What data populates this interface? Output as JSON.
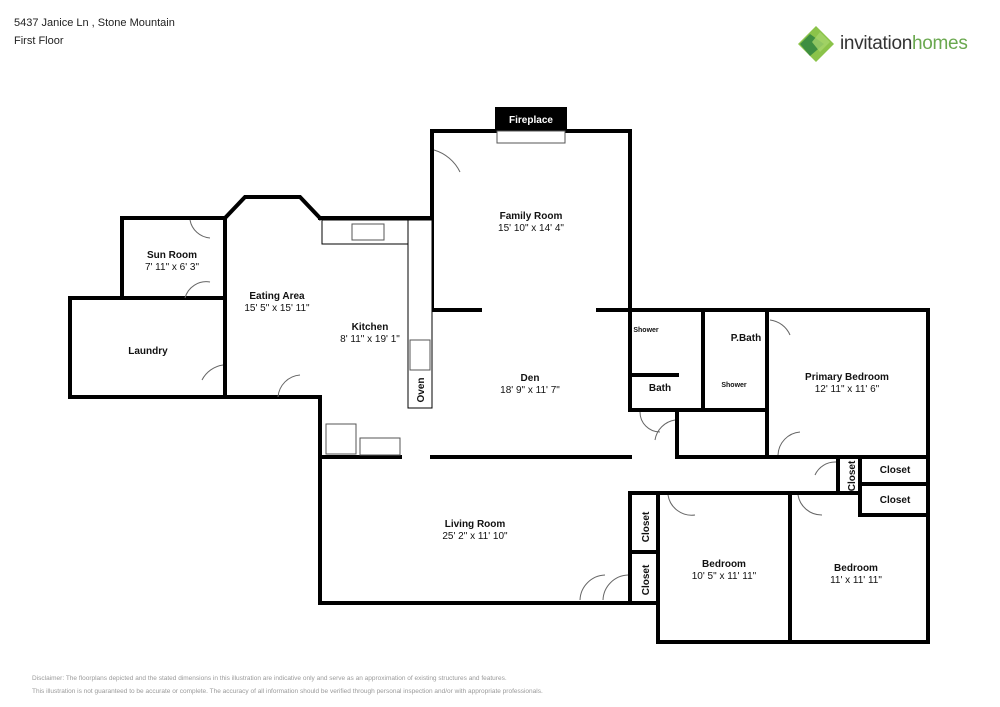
{
  "header": {
    "address": "5437 Janice Ln , Stone Mountain",
    "floor": "First Floor"
  },
  "logo": {
    "text_main": "invitation",
    "text_accent": "homes",
    "colors": {
      "dark_green": "#3e8e41",
      "light_green": "#8bc34a",
      "text": "#333333"
    }
  },
  "features": {
    "fireplace": "Fireplace",
    "oven": "Oven",
    "shower_1": "Shower",
    "shower_2": "Shower"
  },
  "rooms": [
    {
      "name": "Family Room",
      "dims": "15' 10\" x 14' 4\""
    },
    {
      "name": "Sun Room",
      "dims": "7' 11\" x 6' 3\""
    },
    {
      "name": "Eating Area",
      "dims": "15' 5\" x 15' 11\""
    },
    {
      "name": "Kitchen",
      "dims": "8' 11\" x 19' 1\""
    },
    {
      "name": "Laundry",
      "dims": ""
    },
    {
      "name": "Den",
      "dims": "18' 9\" x 11' 7\""
    },
    {
      "name": "Living Room",
      "dims": "25' 2\" x 11' 10\""
    },
    {
      "name": "Bath",
      "dims": ""
    },
    {
      "name": "P.Bath",
      "dims": ""
    },
    {
      "name": "Primary Bedroom",
      "dims": "12' 11\" x 11' 6\""
    },
    {
      "name": "Bedroom",
      "dims": "10' 5\" x 11' 11\""
    },
    {
      "name": "Bedroom",
      "dims": "11' x 11' 11\""
    },
    {
      "name": "Closet",
      "dims": ""
    },
    {
      "name": "Closet",
      "dims": ""
    },
    {
      "name": "Closet",
      "dims": ""
    },
    {
      "name": "Closet",
      "dims": ""
    },
    {
      "name": "Closet",
      "dims": ""
    }
  ],
  "disclaimer": {
    "line1": "Disclaimer: The floorplans depicted and the stated dimensions in this illustration are indicative only and serve as an approximation of existing structures and features.",
    "line2": "This illustration is not guaranteed to be accurate or complete. The accuracy of all information should be verified through personal inspection and/or with appropriate professionals."
  }
}
